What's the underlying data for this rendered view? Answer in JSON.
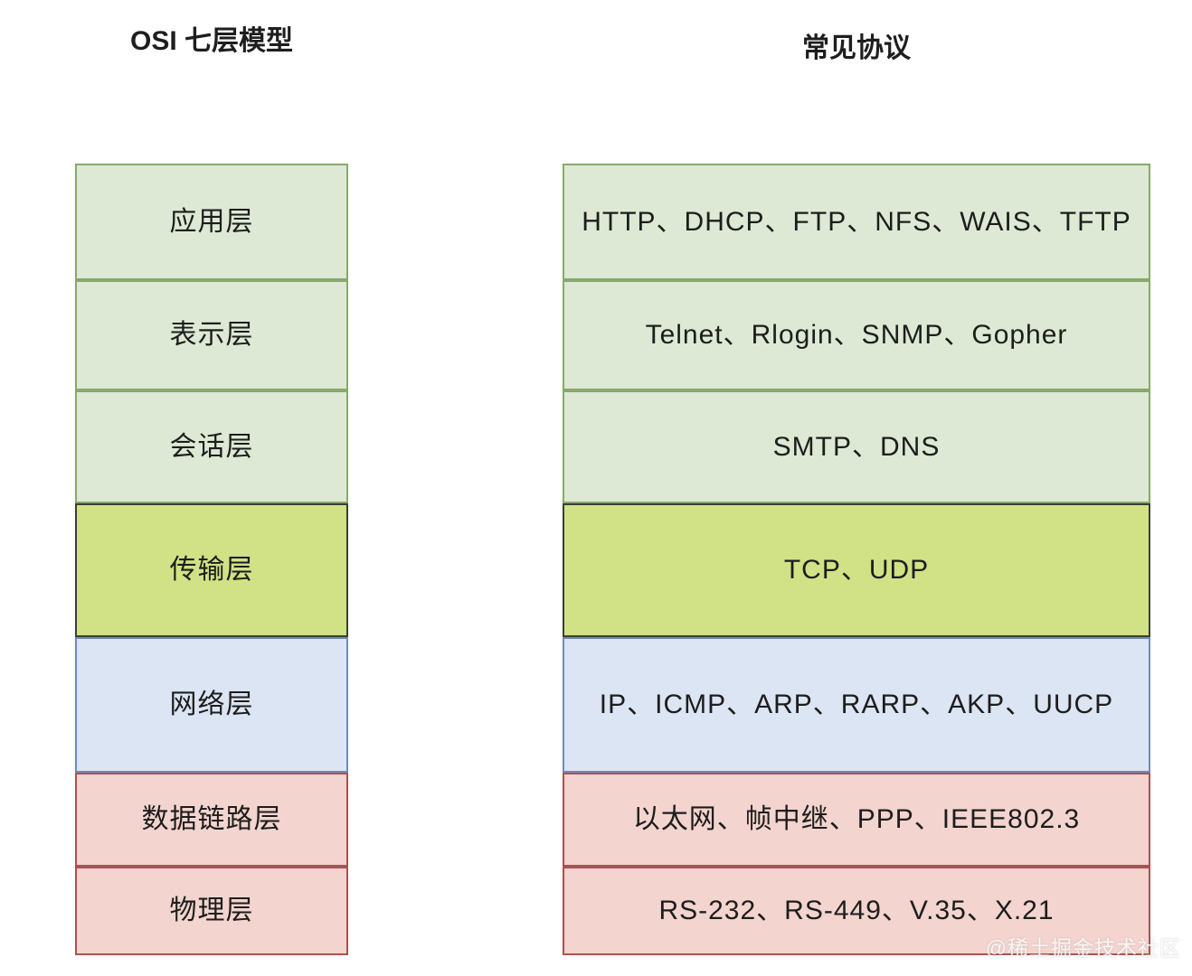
{
  "headers": {
    "left": "OSI 七层模型",
    "right": "常见协议"
  },
  "palette": {
    "green": {
      "fill": "#dde9d4",
      "border": "#86a96c"
    },
    "lime": {
      "fill": "#d0e285",
      "border": "#3a3f33"
    },
    "blue": {
      "fill": "#dbe5f3",
      "border": "#7089ba"
    },
    "pink": {
      "fill": "#f3d4ce",
      "border": "#a95252"
    }
  },
  "text_color": "#1d1d1d",
  "layers": [
    {
      "id": "application",
      "name": "应用层",
      "protocols": "HTTP、DHCP、FTP、NFS、WAIS、TFTP",
      "color": "green"
    },
    {
      "id": "presentation",
      "name": "表示层",
      "protocols": "Telnet、Rlogin、SNMP、Gopher",
      "color": "green"
    },
    {
      "id": "session",
      "name": "会话层",
      "protocols": "SMTP、DNS",
      "color": "green"
    },
    {
      "id": "transport",
      "name": "传输层",
      "protocols": "TCP、UDP",
      "color": "lime"
    },
    {
      "id": "network",
      "name": "网络层",
      "protocols": "IP、ICMP、ARP、RARP、AKP、UUCP",
      "color": "blue"
    },
    {
      "id": "datalink",
      "name": "数据链路层",
      "protocols": "以太网、帧中继、PPP、IEEE802.3",
      "color": "pink"
    },
    {
      "id": "physical",
      "name": "物理层",
      "protocols": "RS-232、RS-449、V.35、X.21",
      "color": "pink"
    }
  ],
  "watermark": "@稀土掘金技术社区"
}
